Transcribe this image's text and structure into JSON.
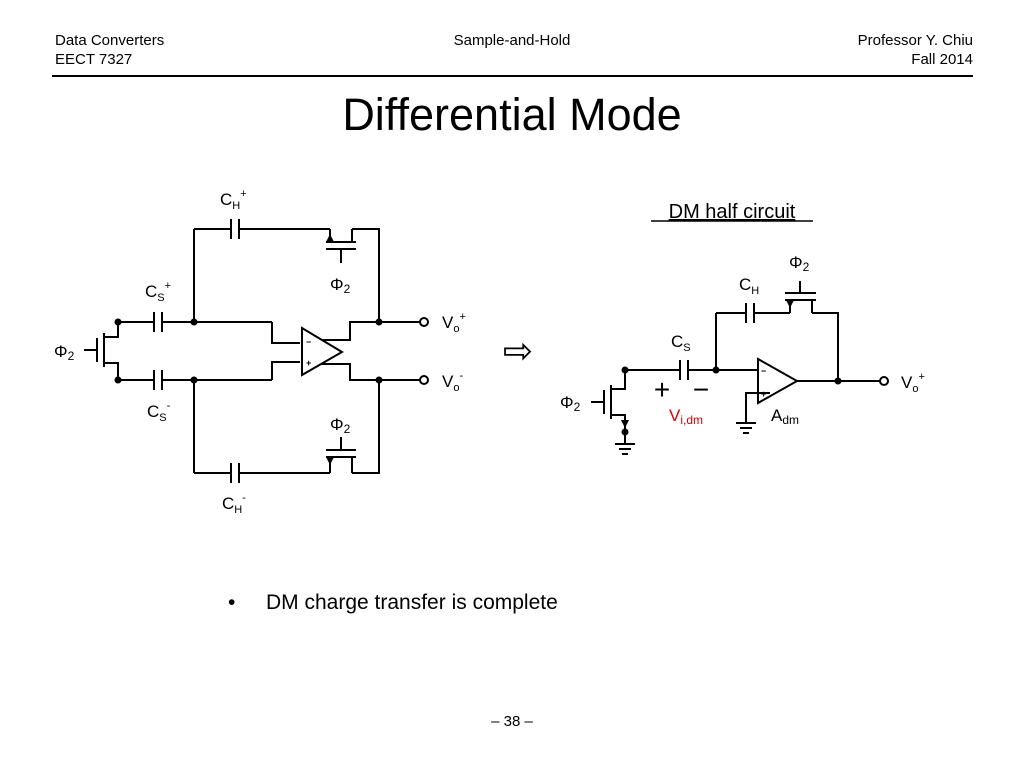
{
  "header": {
    "left": [
      "Data Converters",
      "EECT 7327"
    ],
    "center": "Sample-and-Hold",
    "right": [
      "Professor Y. Chiu",
      "Fall 2014"
    ]
  },
  "title": "Differential Mode",
  "diagram": {
    "half_circuit_title": "DM half circuit",
    "phi": "Φ",
    "phi_sub": "2",
    "cap_letter": "C",
    "hold_sub": "H",
    "sample_sub": "S",
    "plus": "+",
    "minus": "-",
    "vout_letter": "V",
    "vout_sub": "o",
    "vin_letter": "V",
    "vin_sub": "i,dm",
    "gain_letter": "A",
    "gain_sub": "dm",
    "opamp_inv": "−",
    "opamp_noninv": "+",
    "big_plus": "+",
    "big_minus": "−",
    "arrow_glyph": "⇨",
    "colors": {
      "vin_label": "#e00000",
      "wire": "#000000"
    }
  },
  "bullets": [
    "DM charge transfer is complete"
  ],
  "page_number": "– 38 –"
}
